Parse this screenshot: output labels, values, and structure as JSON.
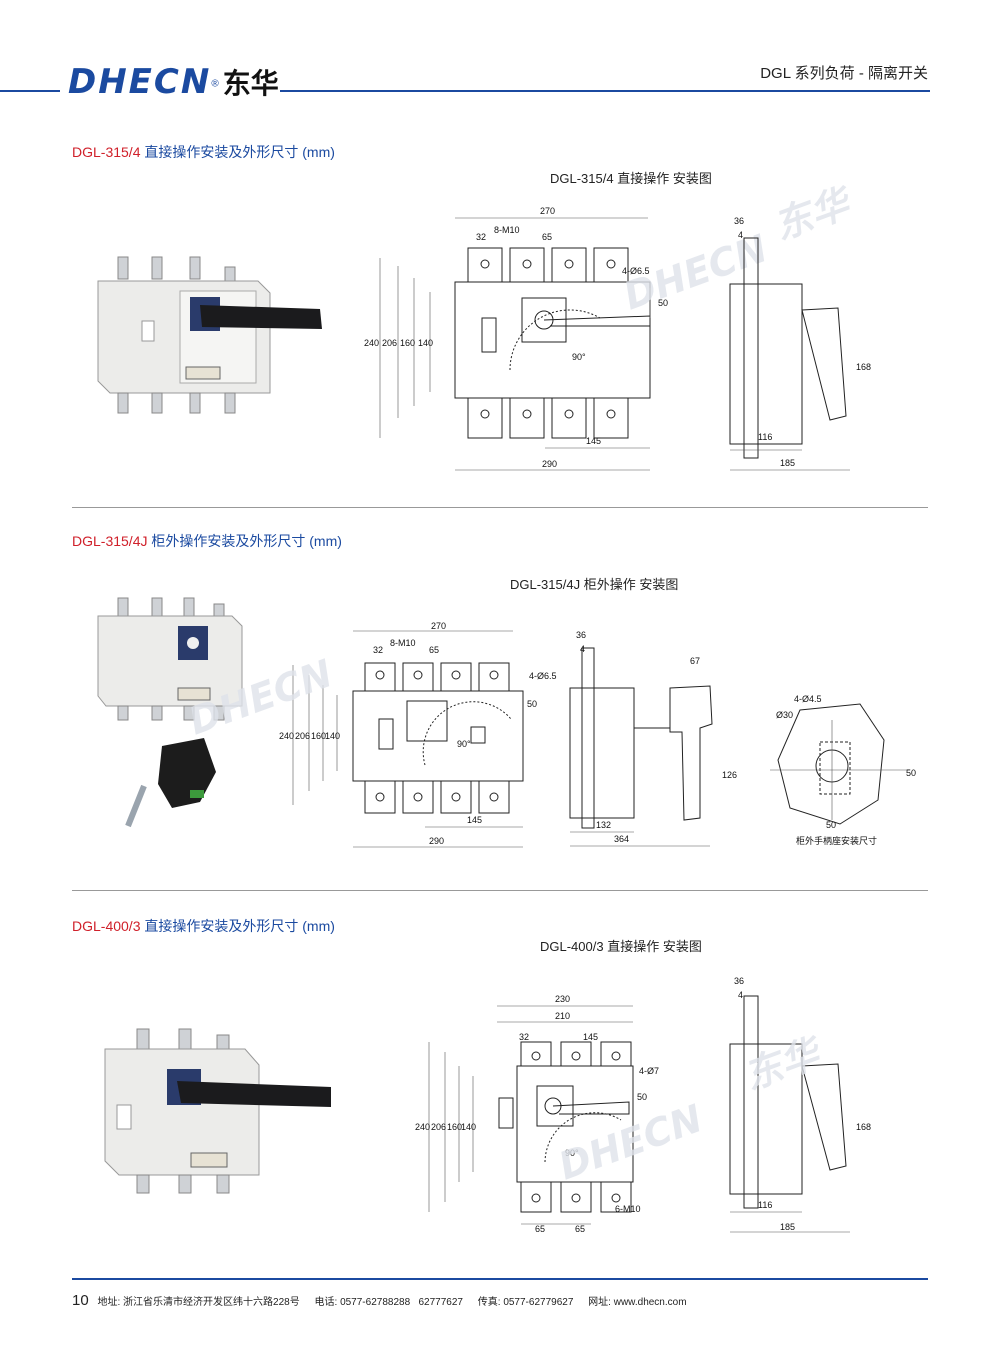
{
  "header": {
    "logo_latin": "DHECN",
    "logo_reg": "®",
    "logo_cn": "东华",
    "title": "DGL 系列负荷 - 隔离开关"
  },
  "sections": [
    {
      "model": "DGL-315/4",
      "desc": "直接操作安装及外形尺寸 (mm)",
      "drawing_title": "DGL-315/4 直接操作 安装图",
      "dims": {
        "w270": "270",
        "w32": "32",
        "m10": "8-M10",
        "w65": "65",
        "hole": "4-Ø6.5",
        "h50": "50",
        "h240": "240",
        "h206": "206",
        "h160": "160",
        "h140": "140",
        "w145": "145",
        "w290": "290",
        "s36": "36",
        "s4": "4",
        "s168": "168",
        "s116": "116",
        "s185": "185"
      }
    },
    {
      "model": "DGL-315/4J",
      "desc": "柜外操作安装及外形尺寸 (mm)",
      "drawing_title": "DGL-315/4J 柜外操作 安装图",
      "dims": {
        "w270": "270",
        "w32": "32",
        "m10": "8-M10",
        "w65": "65",
        "hole": "4-Ø6.5",
        "h50": "50",
        "h240": "240",
        "h206": "206",
        "h160": "160",
        "h140": "140",
        "w145": "145",
        "w290": "290",
        "s36": "36",
        "s4": "4",
        "s67": "67",
        "s126": "126",
        "s132": "132",
        "s364": "364",
        "b_hole": "4-Ø4.5",
        "b_d30": "Ø30",
        "b_h50": "50",
        "b_w50": "50",
        "b_caption": "柜外手柄座安装尺寸"
      }
    },
    {
      "model": "DGL-400/3",
      "desc": "直接操作安装及外形尺寸 (mm)",
      "drawing_title": "DGL-400/3 直接操作 安装图",
      "dims": {
        "w230": "230",
        "w210": "210",
        "w32": "32",
        "w145": "145",
        "hole": "4-Ø7",
        "h50": "50",
        "h240": "240",
        "h206": "206",
        "h160": "160",
        "h140": "140",
        "m10": "6-M10",
        "w65a": "65",
        "w65b": "65",
        "s36": "36",
        "s4": "4",
        "s168": "168",
        "s116": "116",
        "s185": "185"
      }
    }
  ],
  "angle_label": "90°",
  "footer": {
    "page": "10",
    "address_label": "地址:",
    "address": "浙江省乐清市经济开发区纬十六路228号",
    "phone_label": "电话:",
    "phone": "0577-62788288   62777627",
    "fax_label": "传真:",
    "fax": "0577-62779627",
    "web_label": "网址:",
    "web": "www.dhecn.com"
  },
  "colors": {
    "brand_blue": "#1b4aa0",
    "accent_red": "#d0202a"
  }
}
